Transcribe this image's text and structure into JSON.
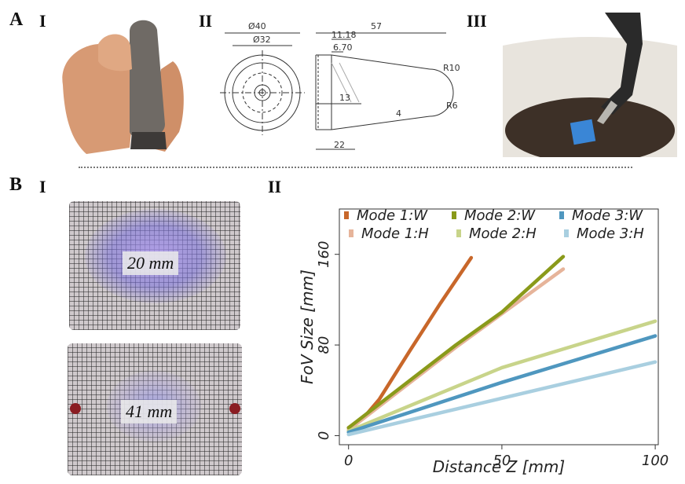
{
  "panels": {
    "A": {
      "letter": "A",
      "sub": [
        "I",
        "II",
        "III"
      ]
    },
    "B": {
      "letter": "B",
      "sub": [
        "I",
        "II"
      ]
    }
  },
  "drawing": {
    "dims": [
      "Ø40",
      "Ø32",
      "57",
      "11.18",
      "6.70",
      "R10",
      "13",
      "R6",
      "4",
      "22"
    ]
  },
  "lens_images": {
    "top_label": "20 mm",
    "bottom_label": "41 mm"
  },
  "colors": {
    "mode1_w": "#c8672a",
    "mode1_h": "#e6b49a",
    "mode2_w": "#8a9a1a",
    "mode2_h": "#c8d48a",
    "mode3_w": "#4f97bf",
    "mode3_h": "#a9cfe0"
  },
  "chart_data": {
    "type": "line",
    "xlabel": "Distance Z [mm]",
    "ylabel": "FoV Size [mm]",
    "xlim": [
      -3,
      101
    ],
    "ylim": [
      -8,
      200
    ],
    "xticks": [
      0,
      50,
      100
    ],
    "yticks": [
      0,
      80,
      160
    ],
    "legend_placement": "top",
    "series": [
      {
        "name": "Mode 1:W",
        "color": "#c8672a",
        "x": [
          0,
          5,
          10,
          20,
          30,
          40
        ],
        "y": [
          7,
          16,
          32,
          75,
          117,
          157
        ]
      },
      {
        "name": "Mode 1:H",
        "color": "#e6b49a",
        "x": [
          0,
          35,
          70
        ],
        "y": [
          5,
          78,
          147
        ]
      },
      {
        "name": "Mode 2:W",
        "color": "#8a9a1a",
        "x": [
          0,
          35,
          50,
          70
        ],
        "y": [
          7,
          80,
          109,
          158
        ]
      },
      {
        "name": "Mode 2:H",
        "color": "#c8d48a",
        "x": [
          0,
          50,
          100
        ],
        "y": [
          4,
          60,
          101
        ]
      },
      {
        "name": "Mode 3:W",
        "color": "#4f97bf",
        "x": [
          0,
          50,
          100
        ],
        "y": [
          3,
          47,
          88
        ]
      },
      {
        "name": "Mode 3:H",
        "color": "#a9cfe0",
        "x": [
          0,
          50,
          100
        ],
        "y": [
          1,
          33,
          65
        ]
      }
    ]
  }
}
